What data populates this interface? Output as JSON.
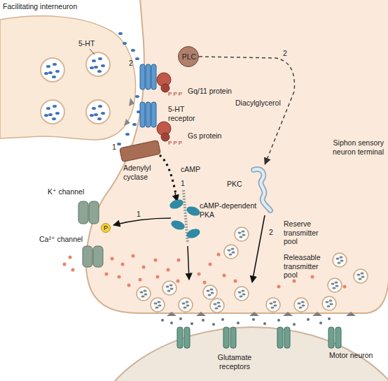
{
  "diagram": {
    "nodes": [
      {
        "text": [
          "Facilitating interneuron"
        ]
      },
      {
        "text": [
          "Siphon sensory neuron terminal"
        ]
      },
      {
        "text": [
          "Motor neuron"
        ]
      },
      {
        "text": [
          "PLC"
        ],
        "in": 1
      },
      {
        "text": [
          "PKC"
        ],
        "in": 1
      }
    ],
    "edges": [
      {
        "from": 3,
        "to": 4,
        "arrow": "to",
        "label": "Diacylglycerol"
      }
    ],
    "labels": [
      "5-HT",
      "2",
      "P P P",
      "Gq/11 protein",
      "5-HT receptor",
      "Gs protein",
      "P P P",
      "1",
      "Adenylyl cyclase",
      "cAMP",
      "1",
      "cAMP-dependent PKA",
      "K⁺ channel",
      "P",
      "1",
      "Ca²⁺ channel",
      "2",
      "2",
      "Reserve transmitter pool",
      "Releasable transmitter pool",
      "Glutamate receptors"
    ]
  }
}
